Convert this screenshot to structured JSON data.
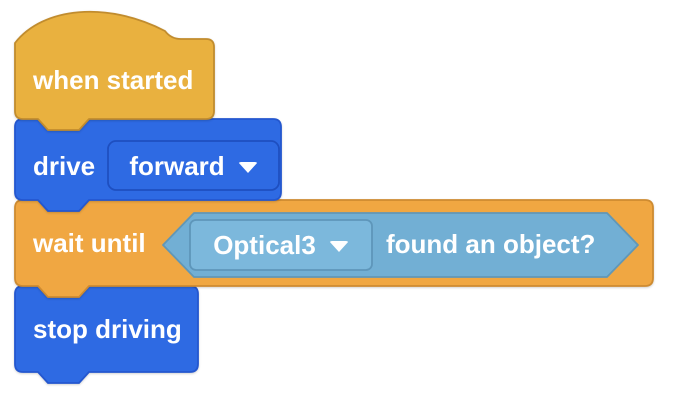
{
  "workspace": {
    "background": "#ffffff"
  },
  "palette": {
    "text": "#ffffff",
    "event_fill": "#E9B13F",
    "event_stroke": "#C18C2E",
    "drivetrain_fill": "#2E6AE3",
    "drivetrain_stroke": "#2457CF",
    "drivetrain_dropdown_stroke": "#1E4FC0",
    "control_fill": "#F0A742",
    "control_stroke": "#CE8B31",
    "sensing_fill": "#72AFD4",
    "sensing_stroke": "#6197B6",
    "sensing_dropdown_fill": "#7CB8DC",
    "sensing_dropdown_stroke": "#5E96BA"
  },
  "blocks": {
    "when_started": {
      "type": "hat",
      "label": "when started"
    },
    "drive": {
      "type": "stack",
      "label": "drive",
      "direction_dropdown": {
        "value": "forward"
      }
    },
    "wait_until": {
      "type": "stack",
      "label": "wait until",
      "condition": {
        "sensor_dropdown": {
          "value": "Optical3"
        },
        "label": "found an object?"
      }
    },
    "stop_driving": {
      "type": "stack",
      "label": "stop driving"
    }
  }
}
